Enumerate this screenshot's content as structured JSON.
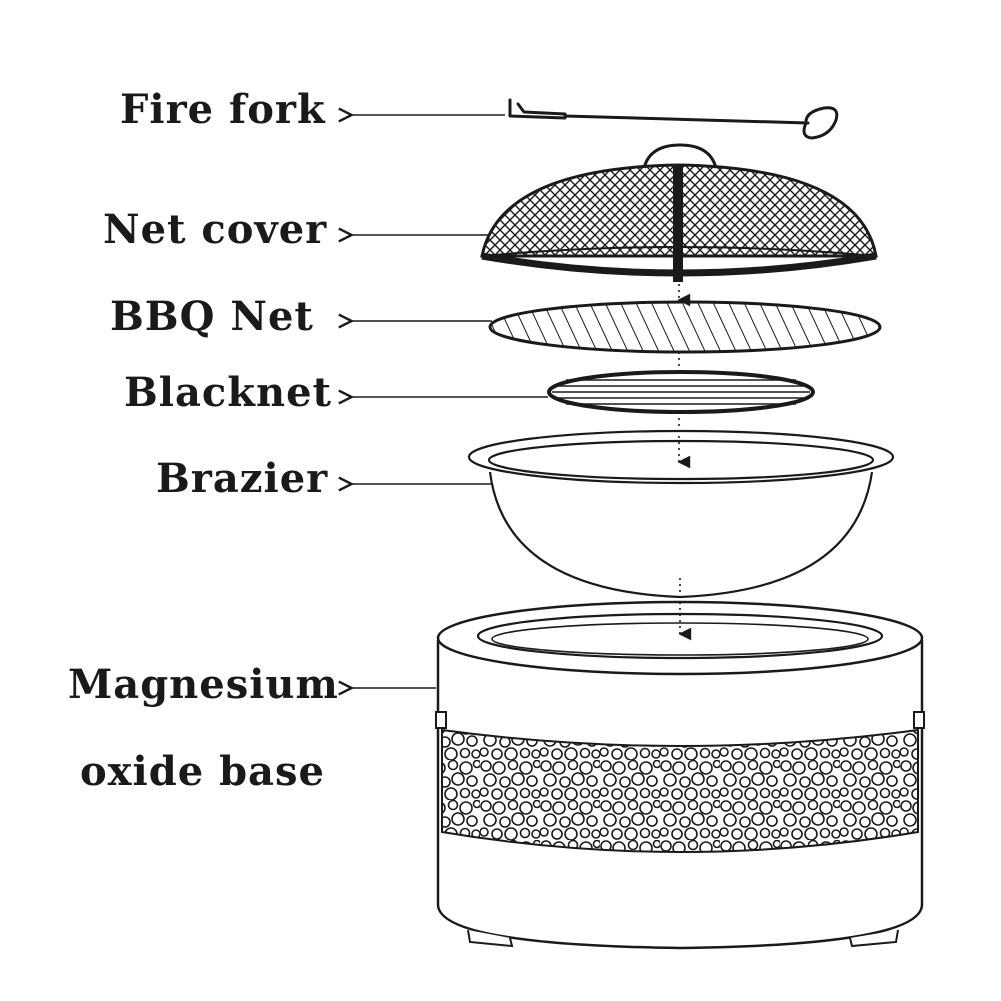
{
  "labels": {
    "fire_fork": "Fire fork",
    "net_cover": "Net cover",
    "bbq_net": "BBQ Net",
    "blacknet": "Blacknet",
    "brazier": "Brazier",
    "base_line1": "Magnesium",
    "base_line2": "oxide base"
  },
  "colors": {
    "ink": "#1a1a1a",
    "background": "#ffffff"
  }
}
